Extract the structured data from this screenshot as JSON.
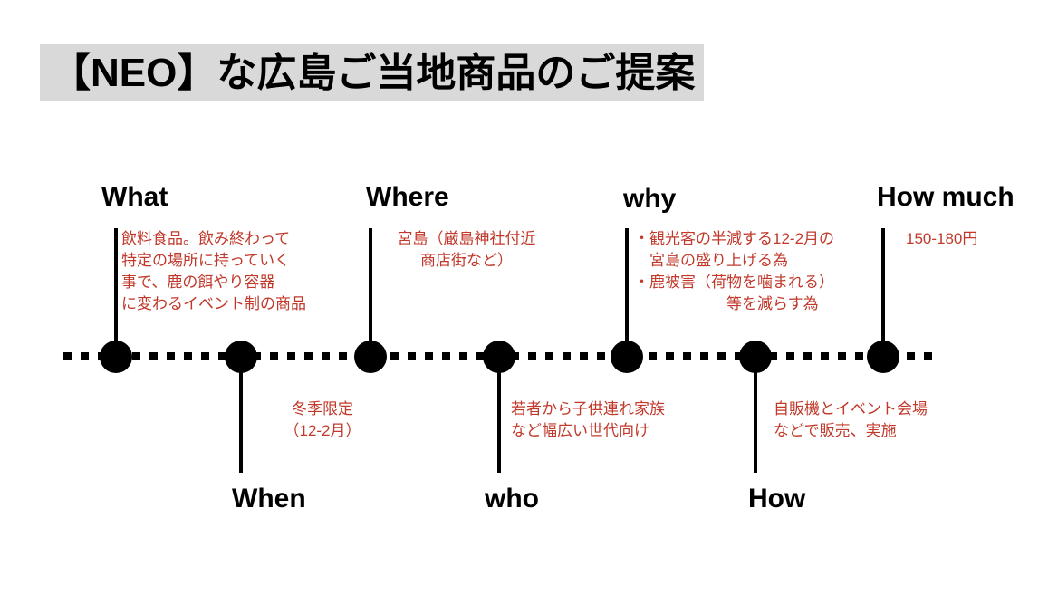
{
  "slide": {
    "title": "【NEO】な広島ご当地商品のご提案",
    "title_band_color": "#d9d9d9",
    "accent_color": "#c0392b",
    "line_color": "#000000"
  },
  "timeline": {
    "nodes": [
      {
        "id": "what",
        "label": "What",
        "side": "top",
        "has_stem": true,
        "text": "飲料食品。飲み終わって\n特定の場所に持っていく\n事で、鹿の餌やり容器\nに変わるイベント制の商品",
        "align": "left"
      },
      {
        "id": "when",
        "label": "When",
        "side": "bottom",
        "has_stem": true,
        "text": "冬季限定\n（12-2月）",
        "align": "center"
      },
      {
        "id": "where",
        "label": "Where",
        "side": "top",
        "has_stem": true,
        "text": "宮島（厳島神社付近\n商店街など）",
        "align": "center"
      },
      {
        "id": "who",
        "label": "who",
        "side": "bottom",
        "has_stem": true,
        "text": "若者から子供連れ家族\nなど幅広い世代向け",
        "align": "left"
      },
      {
        "id": "why",
        "label": "why",
        "side": "top",
        "has_stem": true,
        "text": "・観光客の半減する12-2月の\n　宮島の盛り上げる為\n・鹿被害（荷物を噛まれる）\n　　　　　　等を減らす為",
        "align": "left"
      },
      {
        "id": "how",
        "label": "How",
        "side": "bottom",
        "has_stem": true,
        "text": "自販機とイベント会場\nなどで販売、実施",
        "align": "left"
      },
      {
        "id": "how-much",
        "label": "How much",
        "side": "top",
        "has_stem": true,
        "text": "150-180円",
        "align": "left"
      }
    ]
  }
}
